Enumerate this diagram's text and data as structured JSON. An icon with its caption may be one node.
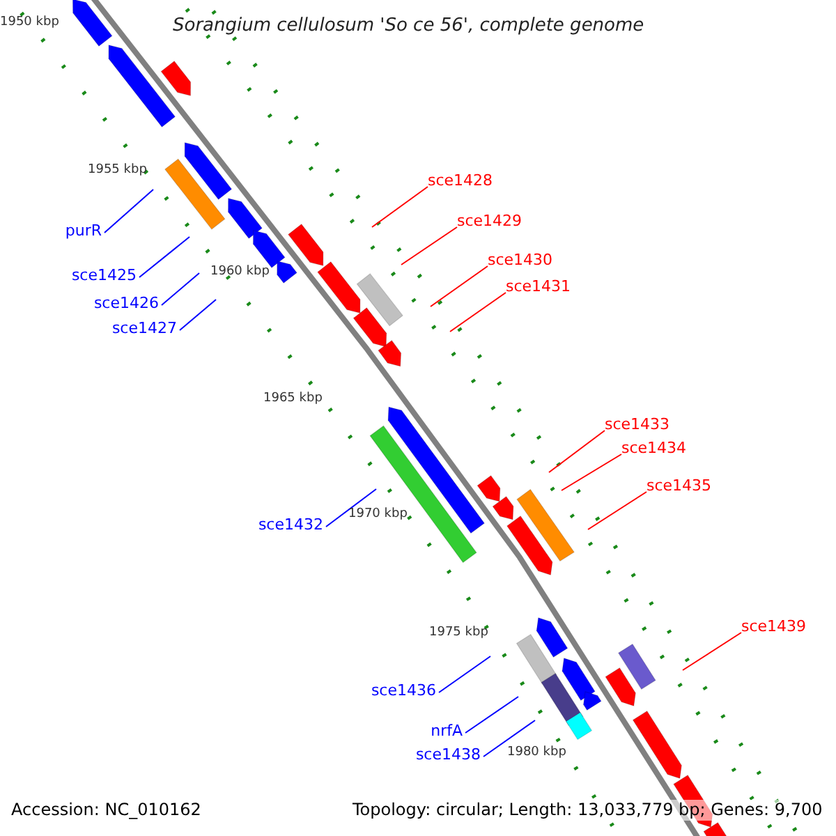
{
  "diagram": {
    "title": "Sorangium cellulosum 'So ce 56', complete genome",
    "nodes": [
      {
        "text": [
          "purR"
        ]
      },
      {
        "text": [
          "sce1425"
        ]
      },
      {
        "text": [
          "sce1426"
        ]
      },
      {
        "text": [
          "sce1427"
        ]
      },
      {
        "text": [
          "sce1428"
        ]
      },
      {
        "text": [
          "sce1429"
        ]
      },
      {
        "text": [
          "sce1430"
        ]
      },
      {
        "text": [
          "sce1431"
        ]
      },
      {
        "text": [
          "sce1432"
        ]
      },
      {
        "text": [
          "sce1433"
        ]
      },
      {
        "text": [
          "sce1434"
        ]
      },
      {
        "text": [
          "sce1435"
        ]
      },
      {
        "text": [
          "sce1436"
        ]
      },
      {
        "text": [
          "nrfA"
        ]
      },
      {
        "text": [
          "sce1438"
        ]
      },
      {
        "text": [
          "sce1439"
        ]
      }
    ],
    "edges": [
      {
        "from": 0,
        "to": null,
        "arrow": "none",
        "color": "#0000ff"
      },
      {
        "from": 1,
        "to": null,
        "arrow": "none",
        "color": "#0000ff"
      },
      {
        "from": 2,
        "to": null,
        "arrow": "none",
        "color": "#0000ff"
      },
      {
        "from": 3,
        "to": null,
        "arrow": "none",
        "color": "#0000ff"
      },
      {
        "from": 4,
        "to": null,
        "arrow": "none",
        "color": "#ff0000"
      },
      {
        "from": 5,
        "to": null,
        "arrow": "none",
        "color": "#ff0000"
      },
      {
        "from": 6,
        "to": null,
        "arrow": "none",
        "color": "#ff0000"
      },
      {
        "from": 7,
        "to": null,
        "arrow": "none",
        "color": "#ff0000"
      },
      {
        "from": 8,
        "to": null,
        "arrow": "none",
        "color": "#0000ff"
      },
      {
        "from": 9,
        "to": null,
        "arrow": "none",
        "color": "#ff0000"
      },
      {
        "from": 10,
        "to": null,
        "arrow": "none",
        "color": "#ff0000"
      },
      {
        "from": 11,
        "to": null,
        "arrow": "none",
        "color": "#ff0000"
      },
      {
        "from": 12,
        "to": null,
        "arrow": "none",
        "color": "#0000ff"
      },
      {
        "from": 13,
        "to": null,
        "arrow": "none",
        "color": "#0000ff"
      },
      {
        "from": 14,
        "to": null,
        "arrow": "none",
        "color": "#0000ff"
      },
      {
        "from": 15,
        "to": null,
        "arrow": "none",
        "color": "#ff0000"
      }
    ],
    "labels": [
      "1950 kbp",
      "1955 kbp",
      "1960 kbp",
      "1965 kbp",
      "1970 kbp",
      "1975 kbp",
      "1980 kbp",
      "Accession: NC_010162",
      "Topology: circular; Length: 13,033,779 bp; Genes: 9,700"
    ]
  }
}
